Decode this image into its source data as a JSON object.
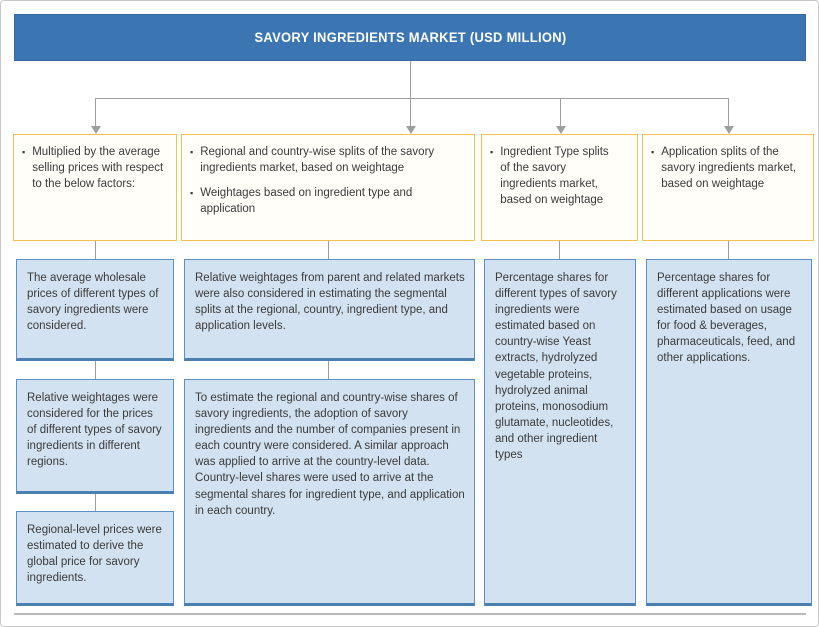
{
  "bullet_char": "▪",
  "colors": {
    "header_bg": "#3b76b2",
    "yellow_border": "#f3c24e",
    "blue_fill": "#d3e2f1",
    "blue_border": "#5d8fc2",
    "connector": "#9e9e9e"
  },
  "header": {
    "title": "SAVORY INGREDIENTS MARKET (USD MILLION)"
  },
  "columns": [
    {
      "top_bullets": [
        "Multiplied by the average selling prices with respect to the below factors:"
      ],
      "boxes": [
        "The average wholesale prices of different types of savory ingredients were considered.",
        "Relative weightages were considered for the prices of different types of savory ingredients in different regions.",
        "Regional-level prices were estimated to derive the global price for savory ingredients."
      ]
    },
    {
      "top_bullets": [
        "Regional and country-wise splits of the savory ingredients market, based on weightage",
        "Weightages based on ingredient type and application"
      ],
      "boxes": [
        "Relative weightages from parent and related markets were also considered in estimating the segmental splits at the regional, country, ingredient type, and application levels.",
        "To estimate the regional and country-wise shares of savory ingredients, the adoption of savory ingredients and the number of companies present in each country were considered. A similar approach was applied to arrive at the country-level data. Country-level shares were used to arrive at the segmental shares for ingredient type, and application in each country."
      ]
    },
    {
      "top_bullets": [
        "Ingredient Type splits\nof the savory\ningredients market,\nbased on weightage"
      ],
      "boxes": [
        "Percentage shares for different types of savory ingredients were estimated based on country-wise Yeast extracts, hydrolyzed vegetable proteins, hydrolyzed animal proteins, monosodium glutamate, nucleotides, and other ingredient types"
      ]
    },
    {
      "top_bullets": [
        "Application splits of the savory ingredients market, based on weightage"
      ],
      "boxes": [
        "Percentage shares for different applications were estimated based on usage for food & beverages, pharmaceuticals, feed, and other applications."
      ]
    }
  ]
}
